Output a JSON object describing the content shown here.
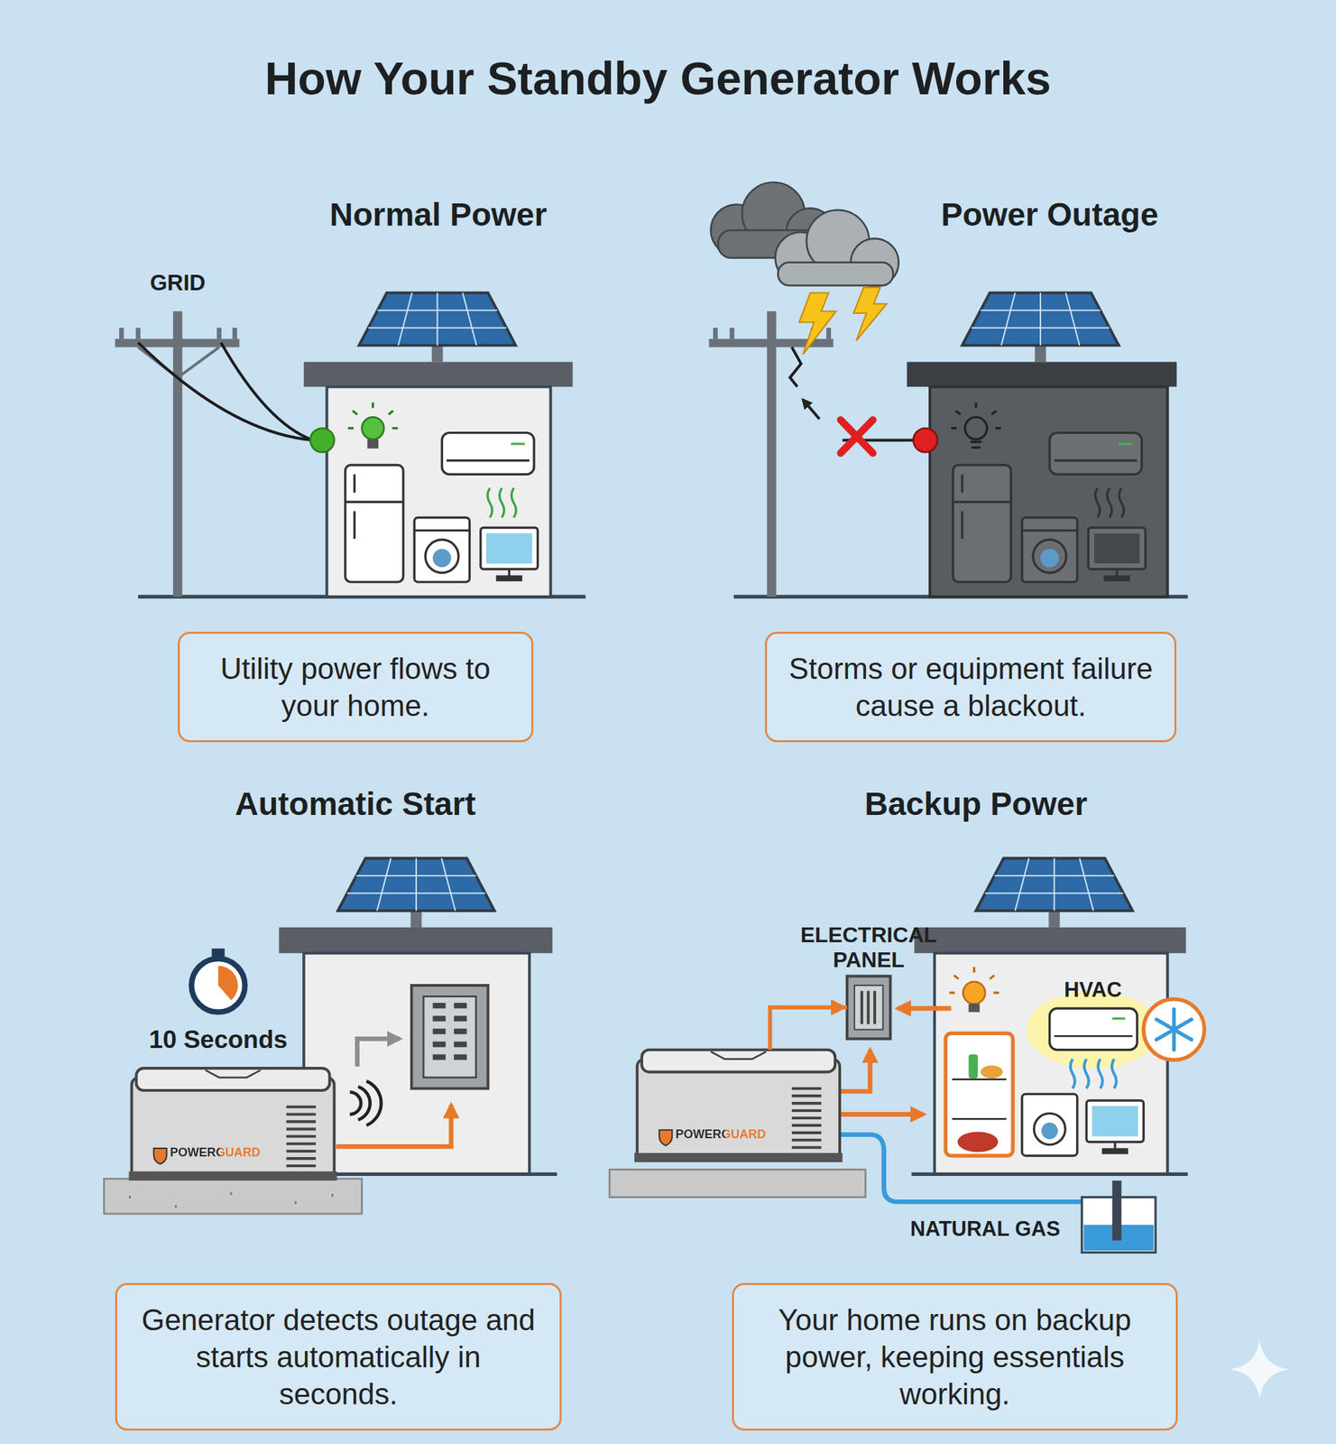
{
  "diagram": {
    "title": "How Your Standby Generator Works",
    "nodes": [
      {
        "text": [
          "Utility power flows to your home."
        ]
      },
      {
        "text": [
          "Storms or equipment failure cause a blackout."
        ]
      },
      {
        "text": [
          "POWERGUARD"
        ]
      },
      {
        "text": [
          "Generator detects outage and starts automatically in seconds."
        ]
      },
      {
        "text": [
          "ELECTRICAL PANEL"
        ]
      },
      {
        "text": [
          "POWERGUARD"
        ]
      },
      {
        "text": [
          "Your home runs on backup power, keeping essentials working."
        ]
      }
    ],
    "edges": [
      {
        "from": 5,
        "to": 4,
        "arrow": "to"
      }
    ],
    "labels": [
      "Normal Power",
      "Power Outage",
      "Automatic Start",
      "Backup Power",
      "GRID",
      "10 Seconds",
      "HVAC",
      "NATURAL GAS"
    ]
  }
}
